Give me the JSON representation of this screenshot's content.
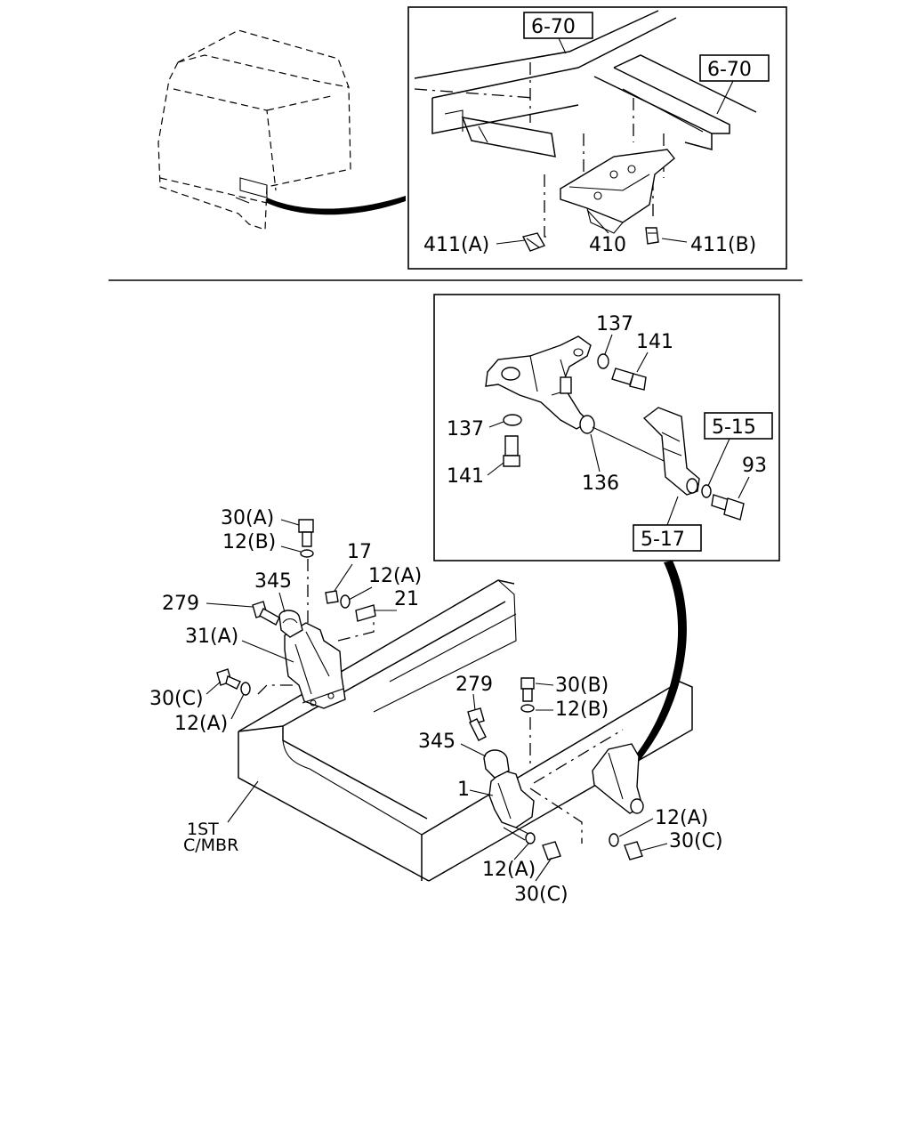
{
  "callouts": {
    "ref_6_70_a": "6-70",
    "ref_6_70_b": "6-70",
    "p411a": "411(A)",
    "p410": "410",
    "p411b": "411(B)",
    "p137_top": "137",
    "p141_top": "141",
    "p137_mid": "137",
    "ref_5_15": "5-15",
    "p93": "93",
    "p141_mid": "141",
    "p136": "136",
    "ref_5_17": "5-17",
    "p30a": "30(A)",
    "p12b_l": "12(B)",
    "p17": "17",
    "p345_l": "345",
    "p12a_l": "12(A)",
    "p279_l": "279",
    "p21": "21",
    "p31a": "31(A)",
    "p30c_l": "30(C)",
    "p12a_l2": "12(A)",
    "p279_r": "279",
    "p30b": "30(B)",
    "p12b_r": "12(B)",
    "p345_r": "345",
    "p1": "1",
    "p12a_r": "12(A)",
    "p30c_r": "30(C)",
    "p12a_b": "12(A)",
    "p30c_b": "30(C)",
    "crossmember_line1": "1ST",
    "crossmember_line2": "C/MBR"
  }
}
